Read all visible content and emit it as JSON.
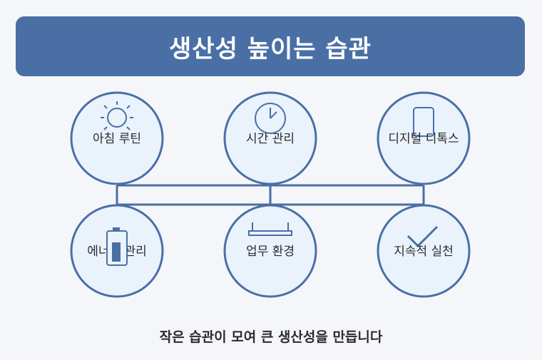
{
  "title": "생산성 높이는 습관",
  "colors": {
    "banner": "#4a6fa5",
    "circle_fill": "#eaf2fc",
    "stroke": "#4a6fa5",
    "background": "#f5f6f9"
  },
  "nodes": [
    {
      "label": "아침 루틴",
      "icon": "sun-icon"
    },
    {
      "label": "시간 관리",
      "icon": "clock-icon"
    },
    {
      "label": "디지털 디톡스",
      "icon": "phone-icon"
    },
    {
      "label": "에너지 관리",
      "icon": "battery-icon"
    },
    {
      "label": "업무 환경",
      "icon": "desk-icon"
    },
    {
      "label": "지속적 실천",
      "icon": "checkmark-icon"
    }
  ],
  "footer": "작은 습관이 모여 큰 생산성을 만듭니다"
}
